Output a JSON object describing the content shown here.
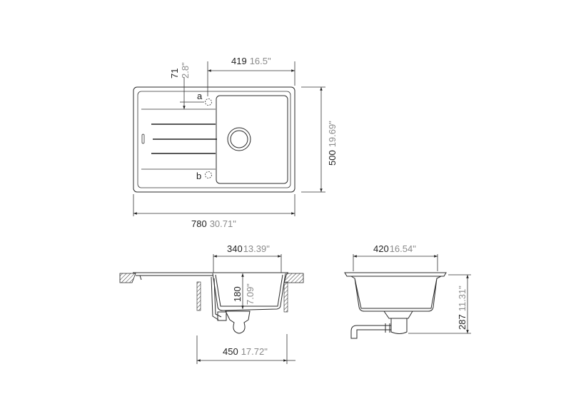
{
  "colors": {
    "line": "#2a2a2a",
    "metric_text": "#222222",
    "inch_text": "#8a8a8a"
  },
  "top_view": {
    "hole_a": "a",
    "hole_b": "b",
    "bowl_width": {
      "mm": "419",
      "in": "16.5\""
    },
    "hole_offset": {
      "mm": "71",
      "in": "2.8\""
    },
    "depth": {
      "mm": "500",
      "in": "19.69\""
    },
    "width": {
      "mm": "780",
      "in": "30.71\""
    }
  },
  "side_view": {
    "bowl_width": {
      "mm": "340",
      "in": "13.39\""
    },
    "bowl_depth": {
      "mm": "180",
      "in": "7.09\""
    },
    "cabinet": {
      "mm": "450",
      "in": "17.72\""
    }
  },
  "front_view": {
    "bowl_width": {
      "mm": "420",
      "in": "16.54\""
    },
    "total_height": {
      "mm": "287",
      "in": "11.31\""
    }
  }
}
